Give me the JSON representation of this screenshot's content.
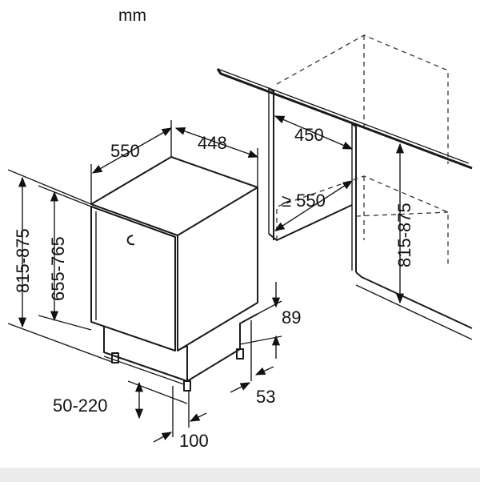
{
  "unit": "mm",
  "dimensions": {
    "appliance_depth": "550",
    "appliance_width": "448",
    "niche_width": "450",
    "niche_depth": "≥ 550",
    "niche_height": "815-875",
    "overall_height": "815-875",
    "door_height": "655-765",
    "plinth_height": "89",
    "plinth_depth": "53",
    "foot_height": "50-220",
    "foot_offset": "100"
  }
}
